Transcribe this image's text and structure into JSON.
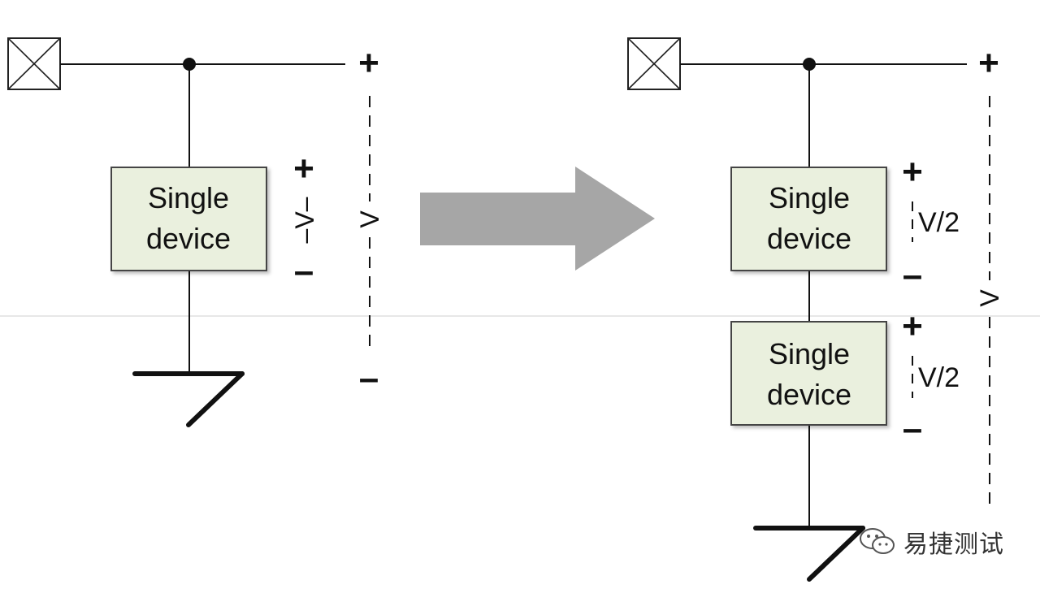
{
  "left_circuit": {
    "device_label_line1": "Single",
    "device_label_line2": "device",
    "device_plus": "+",
    "device_minus": "–",
    "device_voltage": "–V–",
    "total_plus": "+",
    "total_minus": "–",
    "total_voltage": "V"
  },
  "right_circuit": {
    "top_device_line1": "Single",
    "top_device_line2": "device",
    "top_plus": "+",
    "top_minus": "–",
    "top_voltage": "V/2",
    "bottom_device_line1": "Single",
    "bottom_device_line2": "device",
    "bottom_plus": "+",
    "bottom_minus": "–",
    "bottom_voltage": "V/2",
    "total_plus": "+",
    "total_voltage": "V"
  },
  "watermark": {
    "text": "易捷测试",
    "icon": "wechat-icon"
  },
  "colors": {
    "device_fill": "#eaf0de",
    "device_stroke": "#444444",
    "wire": "#111111",
    "arrow": "#a6a6a6"
  }
}
